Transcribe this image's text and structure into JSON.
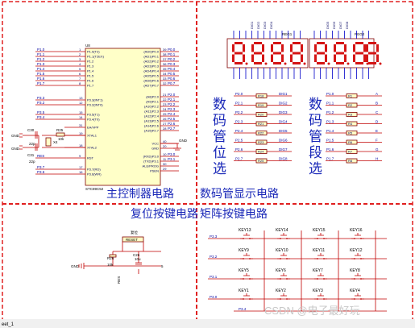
{
  "section_titles": {
    "main_control": "主控制器电路",
    "display": "数码管显示电路",
    "reset": "复位按键电路",
    "matrix": "矩阵按键电路"
  },
  "display_side_labels": {
    "position": [
      "数",
      "码",
      "管",
      "位",
      "选"
    ],
    "segment": [
      "数",
      "码",
      "管",
      "段",
      "选"
    ]
  },
  "mcu": {
    "ref": "U8",
    "part": "STC89C52",
    "left_pins": [
      "P1.0(T2)",
      "P1.1(T2EX)",
      "P1.2",
      "P1.3",
      "P1.4",
      "P1.5",
      "P1.6",
      "P1.7",
      "P3.3(INT1)",
      "P3.2(INT0)",
      "P3.5(T1)",
      "P3.4(T0)",
      "EA/VPP",
      "XTAL1",
      "XTAL2",
      "RST",
      "P3.7(RD)",
      "P3.6(WR)"
    ],
    "right_pins": [
      "(AD0)P0.0",
      "(AD1)P0.1",
      "(AD2)P0.2",
      "(AD3)P0.3",
      "(AD4)P0.4",
      "(AD5)P0.5",
      "(AD6)P0.6",
      "(AD7)P0.7",
      "(A8)P2.0",
      "(A9)P2.1",
      "(A10)P2.2",
      "(A11)P2.3",
      "(A12)P2.4",
      "(A13)P2.5",
      "(A14)P2.6",
      "(A15)P2.7",
      "VCC",
      "GND",
      "(RXD)P3.0",
      "(TXD)P3.1",
      "ALE/PROG",
      "PSEN"
    ],
    "left_nets": [
      "P1.0",
      "P1.1",
      "P1.2",
      "P1.3",
      "P1.4",
      "P1.5",
      "P1.6",
      "P1.7",
      "P3.3",
      "P3.2",
      "P3.5",
      "P3.4",
      "",
      "",
      "",
      "RES",
      "P3.7",
      "P3.6"
    ],
    "right_nets": [
      "P0.0",
      "P0.1",
      "P0.2",
      "P0.3",
      "P0.4",
      "P0.5",
      "P0.6",
      "P0.7",
      "P2.0",
      "P2.1",
      "P2.2",
      "P2.3",
      "P2.4",
      "P2.5",
      "P2.6",
      "P2.7",
      "",
      "",
      "P3.0",
      "P3.1",
      "",
      ""
    ],
    "left_numbers": [
      "1",
      "2",
      "3",
      "4",
      "5",
      "6",
      "7",
      "8",
      "13",
      "12",
      "15",
      "14",
      "31",
      "19",
      "18",
      "9",
      "17",
      "16"
    ],
    "right_numbers": [
      "39",
      "38",
      "37",
      "36",
      "35",
      "34",
      "33",
      "32",
      "21",
      "22",
      "23",
      "24",
      "25",
      "26",
      "27",
      "28",
      "40",
      "20",
      "10",
      "11",
      "30",
      "29"
    ],
    "crystal": {
      "c30": "C30",
      "c31": "C31",
      "c30_val": "22p",
      "c31_val": "22p",
      "r25": "R25",
      "r25_val": "10k",
      "x4": "X4",
      "gnd": "GND"
    }
  },
  "displays": {
    "reg1": "REG1",
    "reg2": "REG2",
    "digit_chars": [
      "8",
      "8",
      "8",
      "8",
      "8",
      "8",
      "8",
      "8"
    ],
    "top_pins_1": [
      "DIG1",
      "DIG2",
      "DIG3",
      "DIG4"
    ],
    "top_pins_2": [
      "DIG5",
      "DIG6",
      "DIG7",
      "DIG8"
    ]
  },
  "position_select": {
    "nets": [
      "P2.0",
      "P2.1",
      "P2.2",
      "P2.3",
      "P2.4",
      "P2.5",
      "P2.6",
      "P2.7"
    ],
    "resistors": [
      "R18",
      "R19",
      "R20",
      "R21",
      "R22",
      "R23",
      "R24",
      "R25"
    ],
    "digits": [
      "DIG1",
      "DIG2",
      "DIG3",
      "DIG4",
      "DIG5",
      "DIG6",
      "DIG7",
      "DIG8"
    ]
  },
  "segment_select": {
    "nets": [
      "P1.0",
      "P1.1",
      "P1.2",
      "P1.3",
      "P1.4",
      "P1.5",
      "P1.6",
      "P1.7"
    ],
    "resistors": [
      "R1",
      "R2",
      "R3",
      "R4",
      "R5",
      "R6",
      "R7",
      "R8"
    ],
    "segments": [
      "A",
      "B",
      "C",
      "D",
      "E",
      "F",
      "G",
      "H"
    ]
  },
  "reset": {
    "switch": "RESET",
    "ref": "复位",
    "r": "R26",
    "r_val": "10k",
    "c": "C26",
    "c_val": "10u",
    "gnd": "GND",
    "vcc": "5",
    "net": "RES"
  },
  "matrix": {
    "rows": [
      "P3.3",
      "P3.2",
      "P3.1",
      "P3.0"
    ],
    "col_net": "P3.4",
    "keys": [
      [
        "KEY13",
        "KEY14",
        "KEY15",
        "KEY16"
      ],
      [
        "KEY9",
        "KEY10",
        "KEY11",
        "KEY12"
      ],
      [
        "KEY5",
        "KEY6",
        "KEY7",
        "KEY8"
      ],
      [
        "KEY1",
        "KEY2",
        "KEY3",
        "KEY4"
      ]
    ]
  },
  "footer": {
    "sheet_tab": "eet_1",
    "watermark": "CSDN @电子最好玩"
  },
  "colors": {
    "divider": "#e02020",
    "caption": "#1a28b8",
    "wire": "#c00000",
    "led": "#d41414"
  }
}
